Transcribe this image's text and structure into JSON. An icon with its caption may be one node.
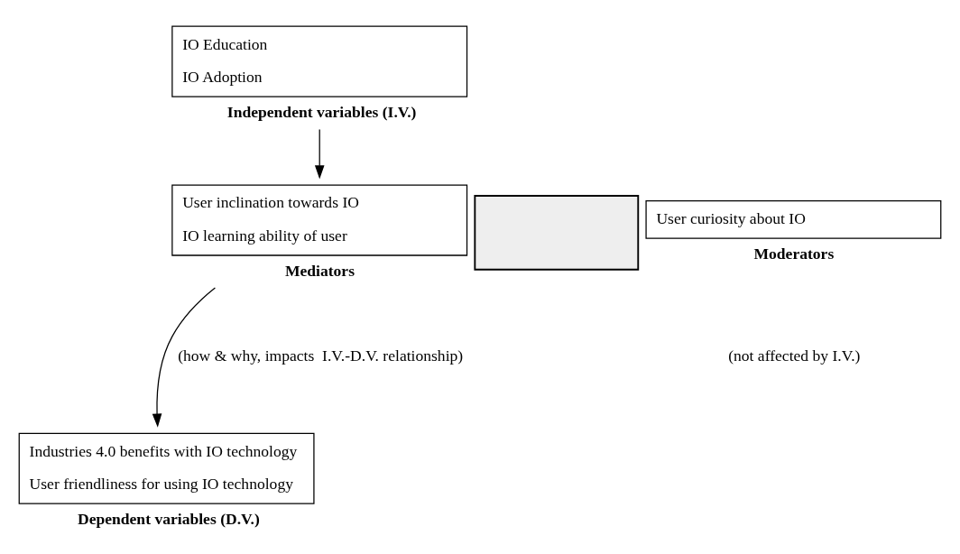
{
  "diagram": {
    "nodes": [
      {
        "text": [
          "IO Education",
          "IO Adoption",
          "Independent variables (I.V.)"
        ]
      },
      {
        "text": [
          "User inclination towards IO",
          "IO learning ability of user",
          "Mediators"
        ]
      },
      {
        "text": [],
        "shape": "box"
      },
      {
        "text": [
          "User curiosity about IO",
          "Moderators"
        ]
      },
      {
        "text": [
          "Industries 4.0 benefits with IO technology",
          "User friendliness for using IO technology",
          "Dependent variables (D.V.)"
        ]
      }
    ],
    "labels": [
      "(how & why, impacts  I.V.-D.V. relationship)",
      "(not affected by I.V.)"
    ],
    "edges": [
      {
        "from": 0,
        "to": 1,
        "arrow": "to"
      },
      {
        "from": 1,
        "to": 4,
        "arrow": "to"
      }
    ]
  }
}
